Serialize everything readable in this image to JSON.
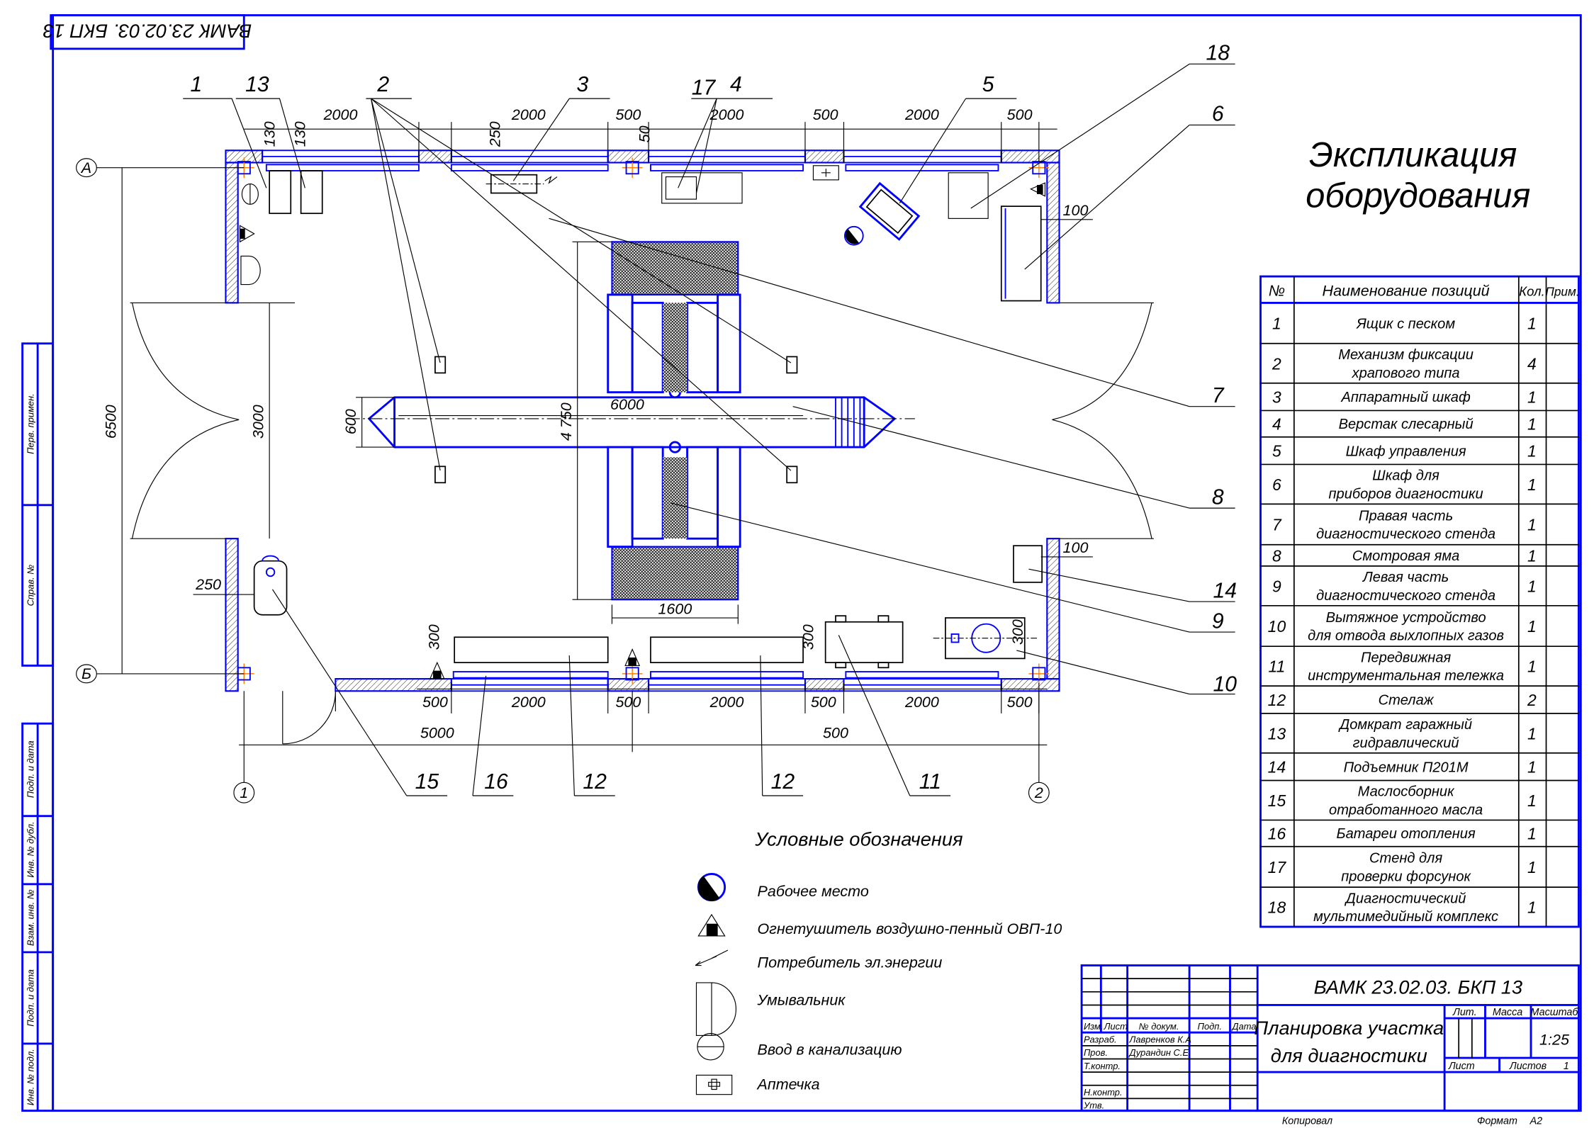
{
  "stamp_code": "ВАМК 23.02.03. БКП 13",
  "sheet_title": [
    "Экспликация",
    "оборудования"
  ],
  "table": {
    "headers": [
      "№",
      "Наименование позиций",
      "Кол.",
      "Прим."
    ],
    "rows": [
      {
        "no": "1",
        "name": [
          "Ящик с песком"
        ],
        "qty": "1"
      },
      {
        "no": "2",
        "name": [
          "Механизм фиксации",
          "храпового типа"
        ],
        "qty": "4"
      },
      {
        "no": "3",
        "name": [
          "Аппаратный шкаф"
        ],
        "qty": "1"
      },
      {
        "no": "4",
        "name": [
          "Верстак слесарный"
        ],
        "qty": "1"
      },
      {
        "no": "5",
        "name": [
          "Шкаф управления"
        ],
        "qty": "1"
      },
      {
        "no": "6",
        "name": [
          "Шкаф для",
          "приборов диагностики"
        ],
        "qty": "1"
      },
      {
        "no": "7",
        "name": [
          "Правая часть",
          "диагностического стенда"
        ],
        "qty": "1"
      },
      {
        "no": "8",
        "name": [
          "Смотровая яма"
        ],
        "qty": "1"
      },
      {
        "no": "9",
        "name": [
          "Левая часть",
          "диагностического стенда"
        ],
        "qty": "1"
      },
      {
        "no": "10",
        "name": [
          "Вытяжное устройство",
          "для отвода выхлопных газов"
        ],
        "qty": "1"
      },
      {
        "no": "11",
        "name": [
          "Передвижная",
          "инструментальная тележка"
        ],
        "qty": "1"
      },
      {
        "no": "12",
        "name": [
          "Стелаж"
        ],
        "qty": "2"
      },
      {
        "no": "13",
        "name": [
          "Домкрат гаражный",
          "гидравлический"
        ],
        "qty": "1"
      },
      {
        "no": "14",
        "name": [
          "Подъемник П201М"
        ],
        "qty": "1"
      },
      {
        "no": "15",
        "name": [
          "Маслосборник",
          "отработанного масла"
        ],
        "qty": "1"
      },
      {
        "no": "16",
        "name": [
          "Батареи отопления"
        ],
        "qty": "1"
      },
      {
        "no": "17",
        "name": [
          "Стенд для",
          "проверки форсунок"
        ],
        "qty": "1"
      },
      {
        "no": "18",
        "name": [
          "Диагностический",
          "мультимедийный комплекс"
        ],
        "qty": "1"
      }
    ]
  },
  "legend": {
    "title": "Условные обозначения",
    "items": [
      {
        "icon": "workplace-icon",
        "label": "Рабочее место"
      },
      {
        "icon": "fire-extinguisher-icon",
        "label": "Огнетушитель воздушно-пенный ОВП-10"
      },
      {
        "icon": "power-consumer-icon",
        "label": "Потребитель эл.энергии"
      },
      {
        "icon": "washbasin-icon",
        "label": "Умывальник"
      },
      {
        "icon": "sewer-inlet-icon",
        "label": "Ввод в канализацию"
      },
      {
        "icon": "first-aid-icon",
        "label": "Аптечка"
      }
    ]
  },
  "title_block": {
    "code": "ВАМК 23.02.03. БКП 13",
    "title": [
      "Планировка участка",
      "для диагностики"
    ],
    "col_headers": [
      "Изм.",
      "Лист",
      "№ докум.",
      "Подп.",
      "Дата"
    ],
    "roles": [
      "Разраб.",
      "Пров.",
      "Т.контр.",
      "",
      "Н.контр.",
      "Утв."
    ],
    "names": [
      "Лавренков К.А",
      "Дурандин С.Е."
    ],
    "lit_label": "Лит.",
    "mass_label": "Масса",
    "scale_label": "Масштаб",
    "scale": "1:25",
    "sheet_label": "Лист",
    "sheets_label": "Листов",
    "sheets": "1",
    "copied": "Копировал",
    "format_label": "Формат",
    "format": "А2"
  },
  "left_strip": [
    "Перв. примен.",
    "Справ. №",
    "Подп. и дата",
    "Инв. № дубл.",
    "Взам. инв. №",
    "Подп. и дата",
    "Инв. № подл."
  ],
  "plan": {
    "axes": [
      "А",
      "Б",
      "1",
      "2"
    ],
    "callouts": [
      "1",
      "13",
      "2",
      "3",
      "17",
      "4",
      "5",
      "18",
      "6",
      "7",
      "8",
      "14",
      "9",
      "10",
      "15",
      "16",
      "12",
      "12",
      "11"
    ],
    "dims_top": [
      "2000",
      "2000",
      "500",
      "2000",
      "500",
      "2000",
      "500"
    ],
    "dims_bottom": [
      "500",
      "2000",
      "500",
      "2000",
      "500",
      "2000",
      "500"
    ],
    "dims_overall": [
      "5000",
      "500"
    ],
    "dims_misc": [
      "130",
      "130",
      "250",
      "50",
      "100",
      "100",
      "6500",
      "3000",
      "600",
      "6000",
      "4 750",
      "1600",
      "250",
      "300",
      "300",
      "300"
    ]
  },
  "colors": {
    "lines": "#0000ff",
    "text": "#000000",
    "columns": "#ff8000"
  }
}
